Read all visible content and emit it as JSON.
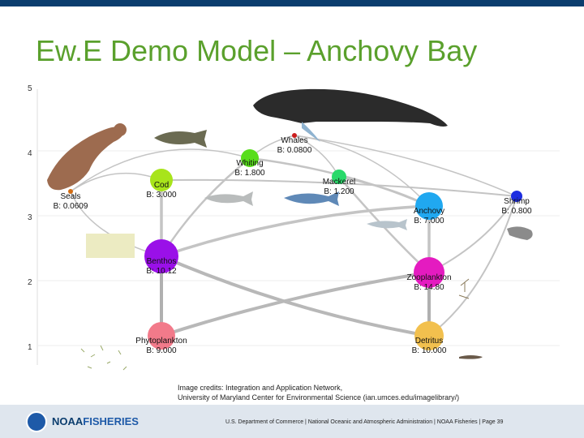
{
  "header": {
    "title": "Ew.E Demo Model – Anchovy Bay"
  },
  "axis": {
    "ticks": [
      "5",
      "4",
      "3",
      "2",
      "1"
    ]
  },
  "nodes": [
    {
      "id": "whales",
      "name": "Whales",
      "biomass": "B: 0.0800",
      "color": "#cc1f1f"
    },
    {
      "id": "whiting",
      "name": "Whiting",
      "biomass": "B: 1.800",
      "color": "#57dd1b"
    },
    {
      "id": "mackerel",
      "name": "Mackerel",
      "biomass": "B: 1.200",
      "color": "#29d96a"
    },
    {
      "id": "cod",
      "name": "Cod",
      "biomass": "B: 3.000",
      "color": "#a8e41b"
    },
    {
      "id": "seals",
      "name": "Seals",
      "biomass": "B: 0.0609",
      "color": "#d26c12"
    },
    {
      "id": "shrimp",
      "name": "Shrimp",
      "biomass": "B: 0.800",
      "color": "#1d2de0"
    },
    {
      "id": "anchovy",
      "name": "Anchovy",
      "biomass": "B: 7.000",
      "color": "#20a8f0"
    },
    {
      "id": "benthos",
      "name": "Benthos",
      "biomass": "B: 10.12",
      "color": "#9a10e8"
    },
    {
      "id": "zooplankton",
      "name": "Zooplankton",
      "biomass": "B: 14.80",
      "color": "#e41bc0"
    },
    {
      "id": "phytoplankton",
      "name": "Phytoplankton",
      "biomass": "B: 9.000",
      "color": "#f27a8a"
    },
    {
      "id": "detritus",
      "name": "Detritus",
      "biomass": "B: 10.000",
      "color": "#f2c04e"
    }
  ],
  "credits": {
    "line1": "Image credits: Integration and Application Network,",
    "line2": "University of Maryland Center for Environmental Science (ian.umces.edu/imagelibrary/)"
  },
  "footer": {
    "logo_noaa": "NOAA",
    "logo_fisheries": "FISHERIES",
    "text": "U.S. Department of Commerce | National Oceanic and Atmospheric Administration | NOAA Fisheries | Page 39"
  }
}
